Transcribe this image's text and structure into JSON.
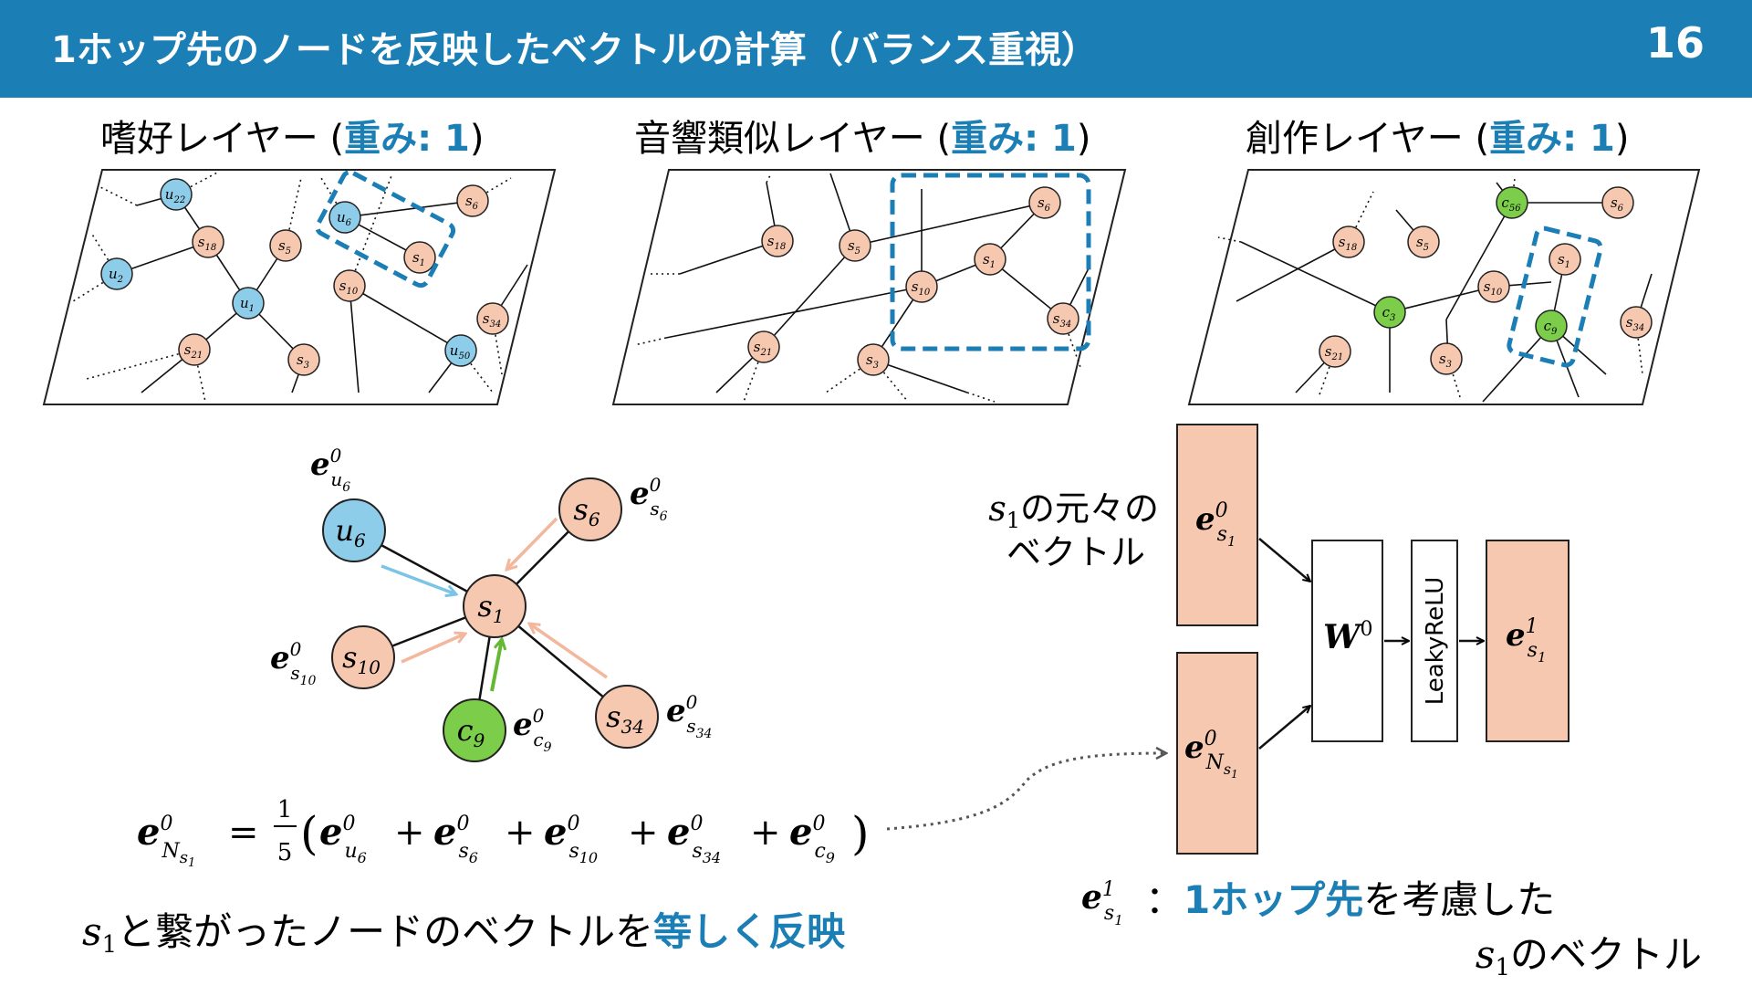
{
  "header": {
    "title": "1ホップ先のノードを反映したベクトルの計算（バランス重視）",
    "page_number": "16"
  },
  "colors": {
    "header": "#1b7fb5",
    "accent": "#1b7fb5",
    "song_node": "#f6c8b0",
    "user_node": "#8ecde9",
    "creator_node": "#7ccd4a",
    "vector_box": "#f6c8b0"
  },
  "layers": [
    {
      "name": "嗜好レイヤー (",
      "weight": "重み: 1",
      "close": ")"
    },
    {
      "name": "音響類似レイヤー (",
      "weight": "重み: 1",
      "close": ")"
    },
    {
      "name": "創作レイヤー (",
      "weight": "重み: 1",
      "close": ")"
    }
  ],
  "layer1_nodes": [
    {
      "base": "u",
      "sub": "22",
      "type": "user"
    },
    {
      "base": "u",
      "sub": "6",
      "type": "user"
    },
    {
      "base": "s",
      "sub": "6",
      "type": "song"
    },
    {
      "base": "s",
      "sub": "18",
      "type": "song"
    },
    {
      "base": "s",
      "sub": "5",
      "type": "song"
    },
    {
      "base": "s",
      "sub": "1",
      "type": "song"
    },
    {
      "base": "u",
      "sub": "2",
      "type": "user"
    },
    {
      "base": "u",
      "sub": "1",
      "type": "user"
    },
    {
      "base": "s",
      "sub": "10",
      "type": "song"
    },
    {
      "base": "s",
      "sub": "34",
      "type": "song"
    },
    {
      "base": "s",
      "sub": "21",
      "type": "song"
    },
    {
      "base": "s",
      "sub": "3",
      "type": "song"
    },
    {
      "base": "u",
      "sub": "50",
      "type": "user"
    }
  ],
  "layer2_nodes": [
    {
      "base": "s",
      "sub": "6",
      "type": "song"
    },
    {
      "base": "s",
      "sub": "18",
      "type": "song"
    },
    {
      "base": "s",
      "sub": "5",
      "type": "song"
    },
    {
      "base": "s",
      "sub": "1",
      "type": "song"
    },
    {
      "base": "s",
      "sub": "10",
      "type": "song"
    },
    {
      "base": "s",
      "sub": "34",
      "type": "song"
    },
    {
      "base": "s",
      "sub": "21",
      "type": "song"
    },
    {
      "base": "s",
      "sub": "3",
      "type": "song"
    }
  ],
  "layer3_nodes": [
    {
      "base": "c",
      "sub": "56",
      "type": "creator"
    },
    {
      "base": "s",
      "sub": "6",
      "type": "song"
    },
    {
      "base": "s",
      "sub": "18",
      "type": "song"
    },
    {
      "base": "s",
      "sub": "5",
      "type": "song"
    },
    {
      "base": "s",
      "sub": "1",
      "type": "song"
    },
    {
      "base": "s",
      "sub": "10",
      "type": "song"
    },
    {
      "base": "c",
      "sub": "3",
      "type": "creator"
    },
    {
      "base": "c",
      "sub": "9",
      "type": "creator"
    },
    {
      "base": "s",
      "sub": "34",
      "type": "song"
    },
    {
      "base": "s",
      "sub": "21",
      "type": "song"
    },
    {
      "base": "s",
      "sub": "3",
      "type": "song"
    }
  ],
  "neighborhood": {
    "center": {
      "base": "s",
      "sub": "1"
    },
    "neighbors": [
      {
        "base": "u",
        "sub": "6",
        "type": "user",
        "emb_sub": "u",
        "emb_subsub": "6"
      },
      {
        "base": "s",
        "sub": "6",
        "type": "song",
        "emb_sub": "s",
        "emb_subsub": "6"
      },
      {
        "base": "s",
        "sub": "10",
        "type": "song",
        "emb_sub": "s",
        "emb_subsub": "10"
      },
      {
        "base": "c",
        "sub": "9",
        "type": "creator",
        "emb_sub": "c",
        "emb_subsub": "9"
      },
      {
        "base": "s",
        "sub": "34",
        "type": "song",
        "emb_sub": "s",
        "emb_subsub": "34"
      }
    ]
  },
  "emb_symbol": "e",
  "sup0": "0",
  "sup1": "1",
  "formula": {
    "lhs_sub": "N",
    "lhs_subsub": "s",
    "lhs_subsubsub": "1",
    "equals": "=",
    "frac_num": "1",
    "frac_den": "5",
    "open": "(",
    "close": ")",
    "plus": "+"
  },
  "equal_caption": {
    "s": "s",
    "s_sub": "1",
    "text": "と繋がったノードのベクトルを",
    "highlight": "等しく反映"
  },
  "original_label": {
    "s": "s",
    "s_sub": "1",
    "line1": "の元々の",
    "line2": "ベクトル"
  },
  "pipeline": {
    "weight_symbol": "W",
    "activation": "LeakyReLU"
  },
  "result_caption": {
    "colon": "：",
    "highlight": "1ホップ先",
    "text1": "を考慮した",
    "s": "s",
    "s_sub": "1",
    "text2": "のベクトル"
  }
}
